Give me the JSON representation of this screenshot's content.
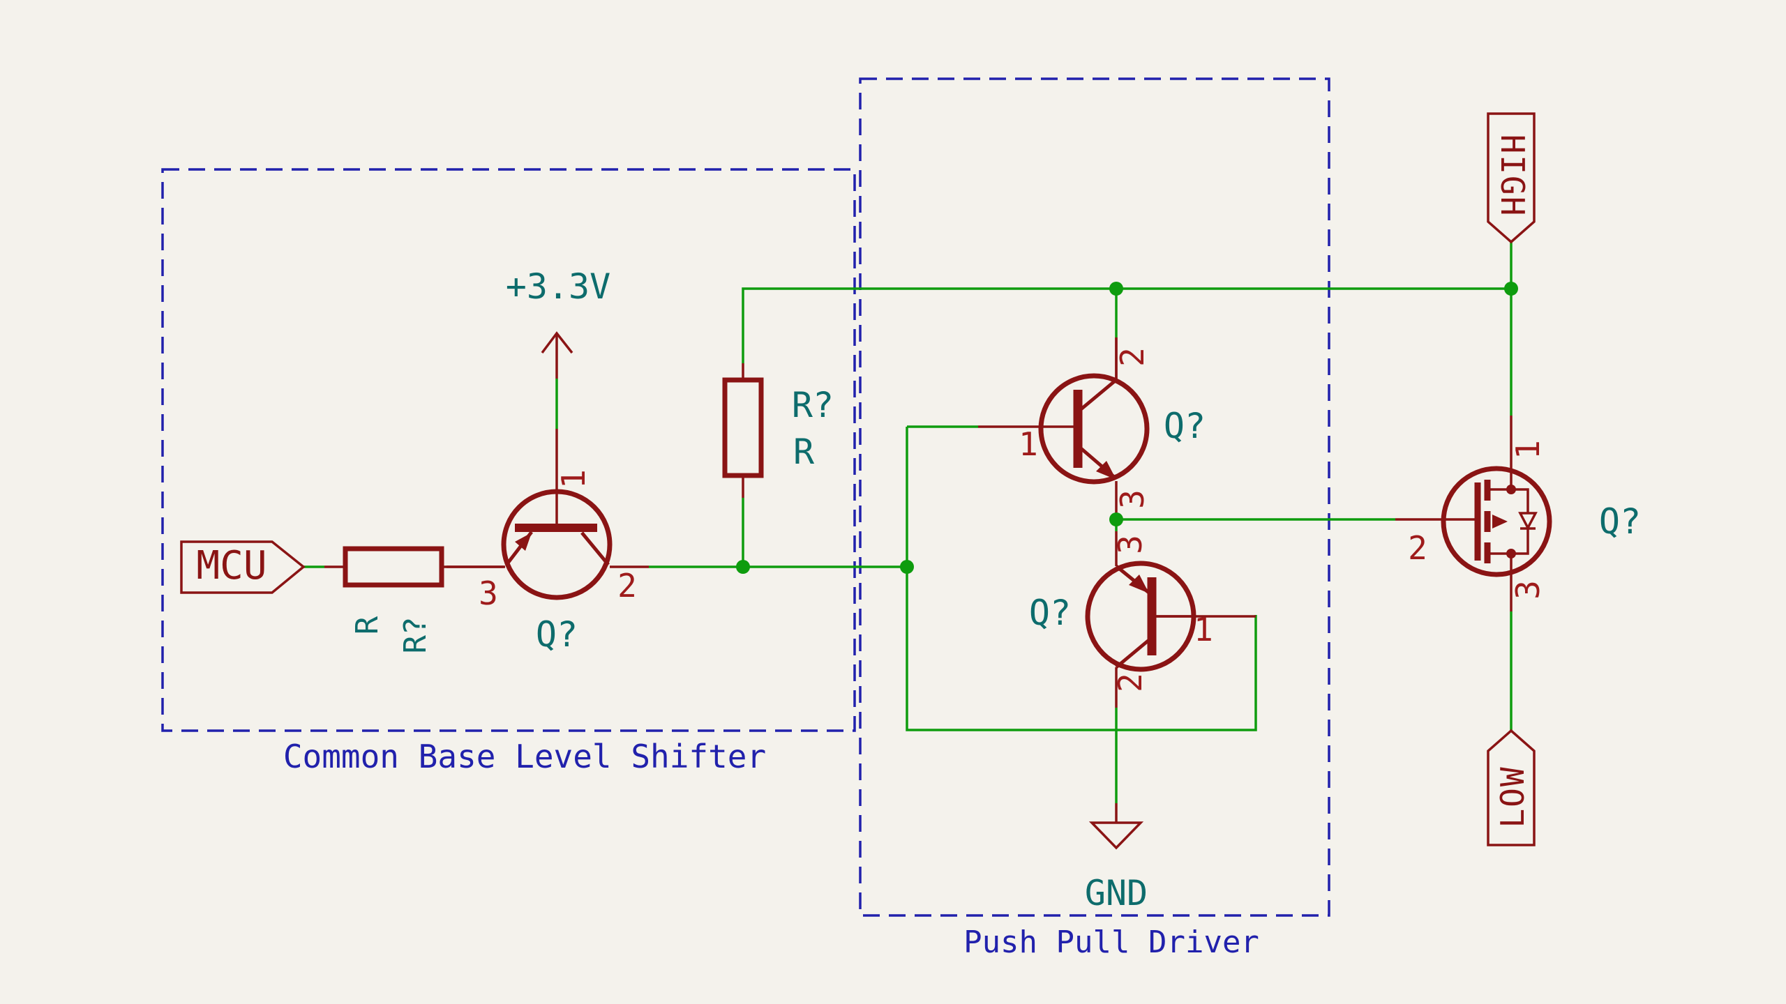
{
  "colors": {
    "background": "#F4F2EC",
    "symbol_outline": "#8A1414",
    "wire_green": "#0E9C0E",
    "field_text_teal": "#0D6C6C",
    "annotation_blue": "#2121AC",
    "pin_number_red": "#9E1B1B"
  },
  "sections": {
    "level_shifter": {
      "label": "Common Base Level Shifter"
    },
    "push_pull_driver": {
      "label": "Push Pull Driver"
    }
  },
  "net_labels": {
    "input": "MCU",
    "high_side": "HIGH",
    "low_side": "LOW"
  },
  "power": {
    "rail": "+3.3V",
    "ground": "GND"
  },
  "components": {
    "series_resistor": {
      "value": "R",
      "reference": "R?"
    },
    "pullup_resistor": {
      "reference": "R?",
      "value": "R"
    },
    "shifter_transistor": {
      "reference": "Q?",
      "pin_top": "1",
      "pin_left": "3",
      "pin_right": "2"
    },
    "npn_transistor": {
      "reference": "Q?",
      "pin_top": "2",
      "pin_left": "1",
      "pin_bottom": "3"
    },
    "pnp_transistor": {
      "reference": "Q?",
      "pin_top": "3",
      "pin_right": "1",
      "pin_bottom": "2"
    },
    "mosfet": {
      "reference": "Q?",
      "pin_top": "1",
      "pin_left": "2",
      "pin_bottom": "3"
    }
  }
}
